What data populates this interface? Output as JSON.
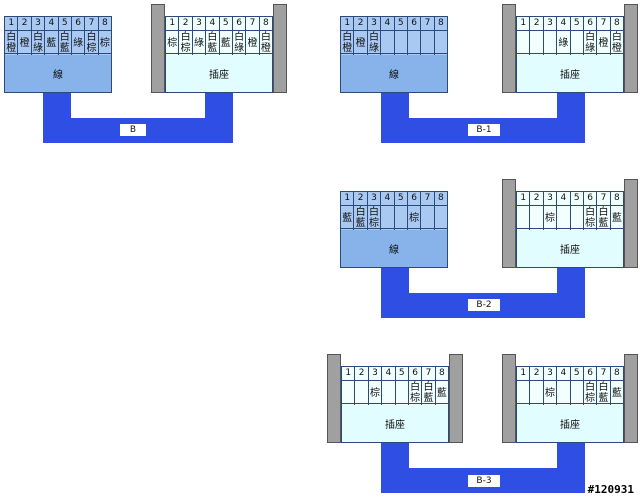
{
  "colors": {
    "wire_connector": "#87b3ea",
    "wire_cells": "#a9c9f2",
    "socket_connector": "#e2fdff",
    "socket_cells": "#f1ffff",
    "border": "#2b4a78",
    "tube": "#2f4fe4",
    "bracket": "#a0a0a0"
  },
  "pin_numbers": [
    "1",
    "2",
    "3",
    "4",
    "5",
    "6",
    "7",
    "8"
  ],
  "diagrams": [
    {
      "label": "B",
      "left": {
        "kind": "wire",
        "caption": "線",
        "pins": [
          "白橙",
          "橙",
          "白綠",
          "藍",
          "白藍",
          "綠",
          "白棕",
          "棕"
        ]
      },
      "right": {
        "kind": "socket",
        "caption": "插座",
        "pins": [
          "棕",
          "白棕",
          "綠",
          "白藍",
          "藍",
          "白綠",
          "橙",
          "白橙"
        ]
      }
    },
    {
      "label": "B-1",
      "left": {
        "kind": "wire",
        "caption": "線",
        "pins": [
          "白橙",
          "橙",
          "白綠",
          "",
          "",
          "",
          "",
          ""
        ]
      },
      "right": {
        "kind": "socket",
        "caption": "插座",
        "pins": [
          "",
          "",
          "",
          "綠",
          "",
          "白綠",
          "橙",
          "白橙"
        ]
      }
    },
    {
      "label": "B-2",
      "left": {
        "kind": "wire",
        "caption": "線",
        "pins": [
          "藍",
          "白藍",
          "白棕",
          "",
          "",
          "棕",
          "",
          ""
        ]
      },
      "right": {
        "kind": "socket",
        "caption": "插座",
        "pins": [
          "",
          "",
          "棕",
          "",
          "",
          "白棕",
          "白藍",
          "藍"
        ]
      }
    },
    {
      "label": "B-3",
      "left": {
        "kind": "socket",
        "caption": "插座",
        "pins": [
          "",
          "",
          "棕",
          "",
          "",
          "白棕",
          "白藍",
          "藍"
        ]
      },
      "right": {
        "kind": "socket",
        "caption": "插座",
        "pins": [
          "",
          "",
          "棕",
          "",
          "",
          "白棕",
          "白藍",
          "藍"
        ]
      }
    }
  ],
  "watermark": "#120931"
}
